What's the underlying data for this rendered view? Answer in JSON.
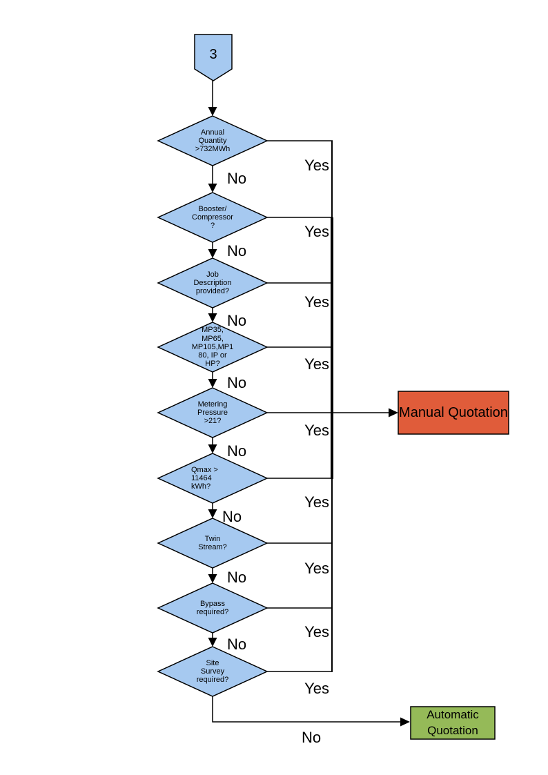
{
  "connector": {
    "label": "3"
  },
  "decisions": [
    {
      "label": "Annual\nQuantity\n>732MWh",
      "yes_label": "Yes",
      "no_label": "No"
    },
    {
      "label": "Booster/\nCompressor\n?",
      "yes_label": "Yes",
      "no_label": "No"
    },
    {
      "label": "Job\nDescription\nprovided?",
      "yes_label": "Yes",
      "no_label": "No"
    },
    {
      "label": "MP35,\nMP65,\nMP105,MP1\n80, IP or\nHP?",
      "yes_label": "Yes",
      "no_label": "No"
    },
    {
      "label": "Metering\nPressure\n>21?",
      "yes_label": "Yes",
      "no_label": "No"
    },
    {
      "label": "Qmax >\n11464\nkWh?",
      "yes_label": "Yes",
      "no_label": "No"
    },
    {
      "label": "Twin\nStream?",
      "yes_label": "Yes",
      "no_label": "No"
    },
    {
      "label": "Bypass\nrequired?",
      "yes_label": "Yes",
      "no_label": "No"
    },
    {
      "label": "Site\nSurvey\nrequired?",
      "yes_label": "Yes",
      "no_label": "No"
    }
  ],
  "outcomes": {
    "manual": {
      "label": "Manual Quotation"
    },
    "automatic": {
      "label": "Automatic Quotation"
    }
  },
  "colors": {
    "decision_fill": "#a6c9f0",
    "connector_fill": "#a6c9f0",
    "manual_fill": "#e05c3a",
    "automatic_fill": "#95ba58",
    "line": "#000000"
  }
}
